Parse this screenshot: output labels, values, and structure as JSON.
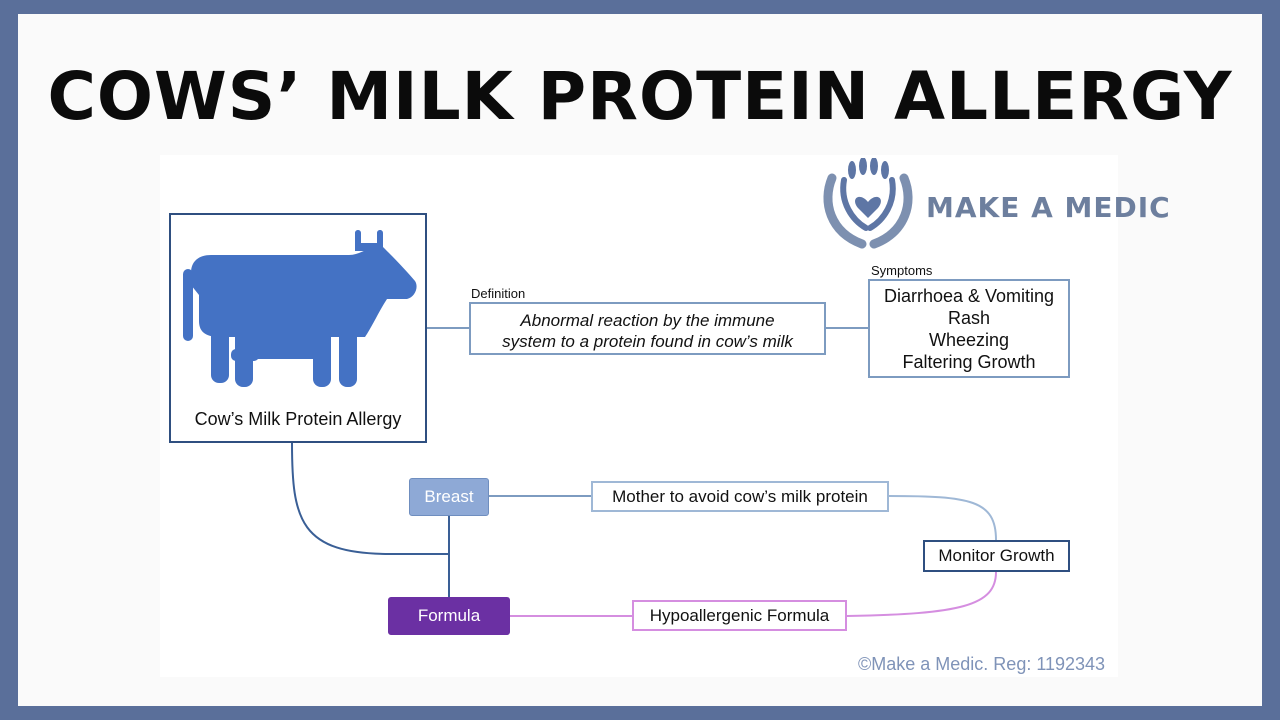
{
  "title": "COWS’ MILK PROTEIN ALLERGY",
  "logo": {
    "text": "MAKE A MEDIC",
    "icon": "hands-with-heart-logo-icon"
  },
  "cow_box": {
    "label": "Cow’s Milk Protein Allergy",
    "icon": "cow-icon",
    "icon_color": "#4472c4"
  },
  "definition": {
    "label": "Definition",
    "lines": [
      "Abnormal reaction by the immune",
      "system to a protein found in cow’s milk"
    ]
  },
  "symptoms": {
    "label": "Symptoms",
    "items": [
      "Diarrhoea & Vomiting",
      "Rash",
      "Wheezing",
      "Faltering Growth"
    ]
  },
  "breast": {
    "label": "Breast",
    "color": "#8ea9d6"
  },
  "formula": {
    "label": "Formula",
    "color": "#6b30a3"
  },
  "mother_avoid": {
    "label": "Mother to avoid cow’s milk protein"
  },
  "monitor": {
    "label": "Monitor Growth"
  },
  "hypoallergenic": {
    "label": "Hypoallergenic Formula",
    "color": "#d58ee0"
  },
  "copyright": "©Make a Medic. Reg: 1192343"
}
